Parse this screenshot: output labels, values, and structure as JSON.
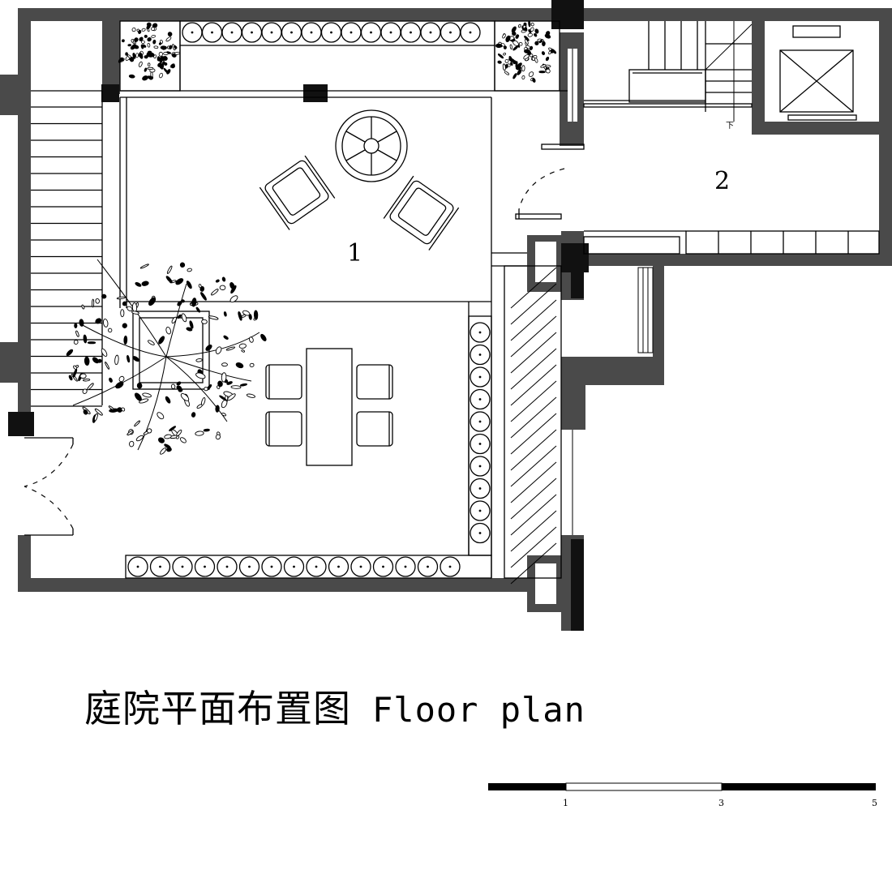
{
  "rooms": [
    {
      "label": "1"
    },
    {
      "label": "2"
    }
  ],
  "stair_note": "下",
  "title": {
    "zh": "庭院平面布置图",
    "en": "Floor plan"
  },
  "scale_bar": {
    "ticks": [
      "1",
      "3",
      "5"
    ]
  },
  "colors": {
    "wall": "#4a4a4a",
    "column": "#111111",
    "line": "#000000",
    "background": "#ffffff"
  }
}
